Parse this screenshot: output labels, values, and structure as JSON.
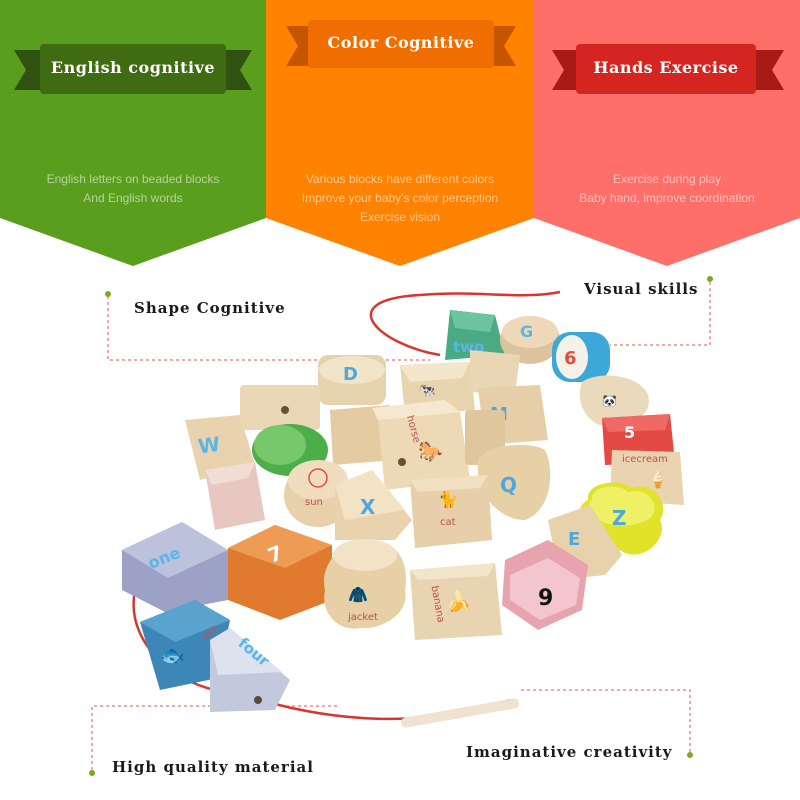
{
  "colors": {
    "green": "#5a9e1e",
    "orange": "#ff8200",
    "pink": "#ff6f6a",
    "green_banner": "#3f6b12",
    "orange_banner": "#f06d00",
    "red_banner": "#d52520",
    "callout_dot": "#7caa1c",
    "dash": "#e05252"
  },
  "panels": [
    {
      "banner": "English cognitive",
      "lines": [
        "English letters on beaded blocks",
        "And English words"
      ]
    },
    {
      "banner": "Color Cognitive",
      "lines": [
        "Various blocks have different colors",
        "Improve your baby's color perception",
        "Exercise vision"
      ]
    },
    {
      "banner": "Hands Exercise",
      "lines": [
        "Exercise during play",
        "Baby hand, improve coordination"
      ]
    }
  ],
  "callouts": {
    "shape": "Shape Cognitive",
    "visual": "Visual skills",
    "material": "High quality material",
    "creativity": "Imaginative creativity"
  },
  "bead_labels": {
    "two": "two",
    "g": "G",
    "six_top": "6",
    "d": "D",
    "w": "W",
    "m": "M",
    "horse": "horse",
    "five": "5",
    "icecream": "icecream",
    "sun": "sun",
    "q": "Q",
    "x": "X",
    "cat": "cat",
    "z": "Z",
    "e": "E",
    "one": "one",
    "seven": "7",
    "banana": "banana",
    "nine": "9",
    "jacket": "jacket",
    "fish": "fish",
    "four": "four"
  }
}
